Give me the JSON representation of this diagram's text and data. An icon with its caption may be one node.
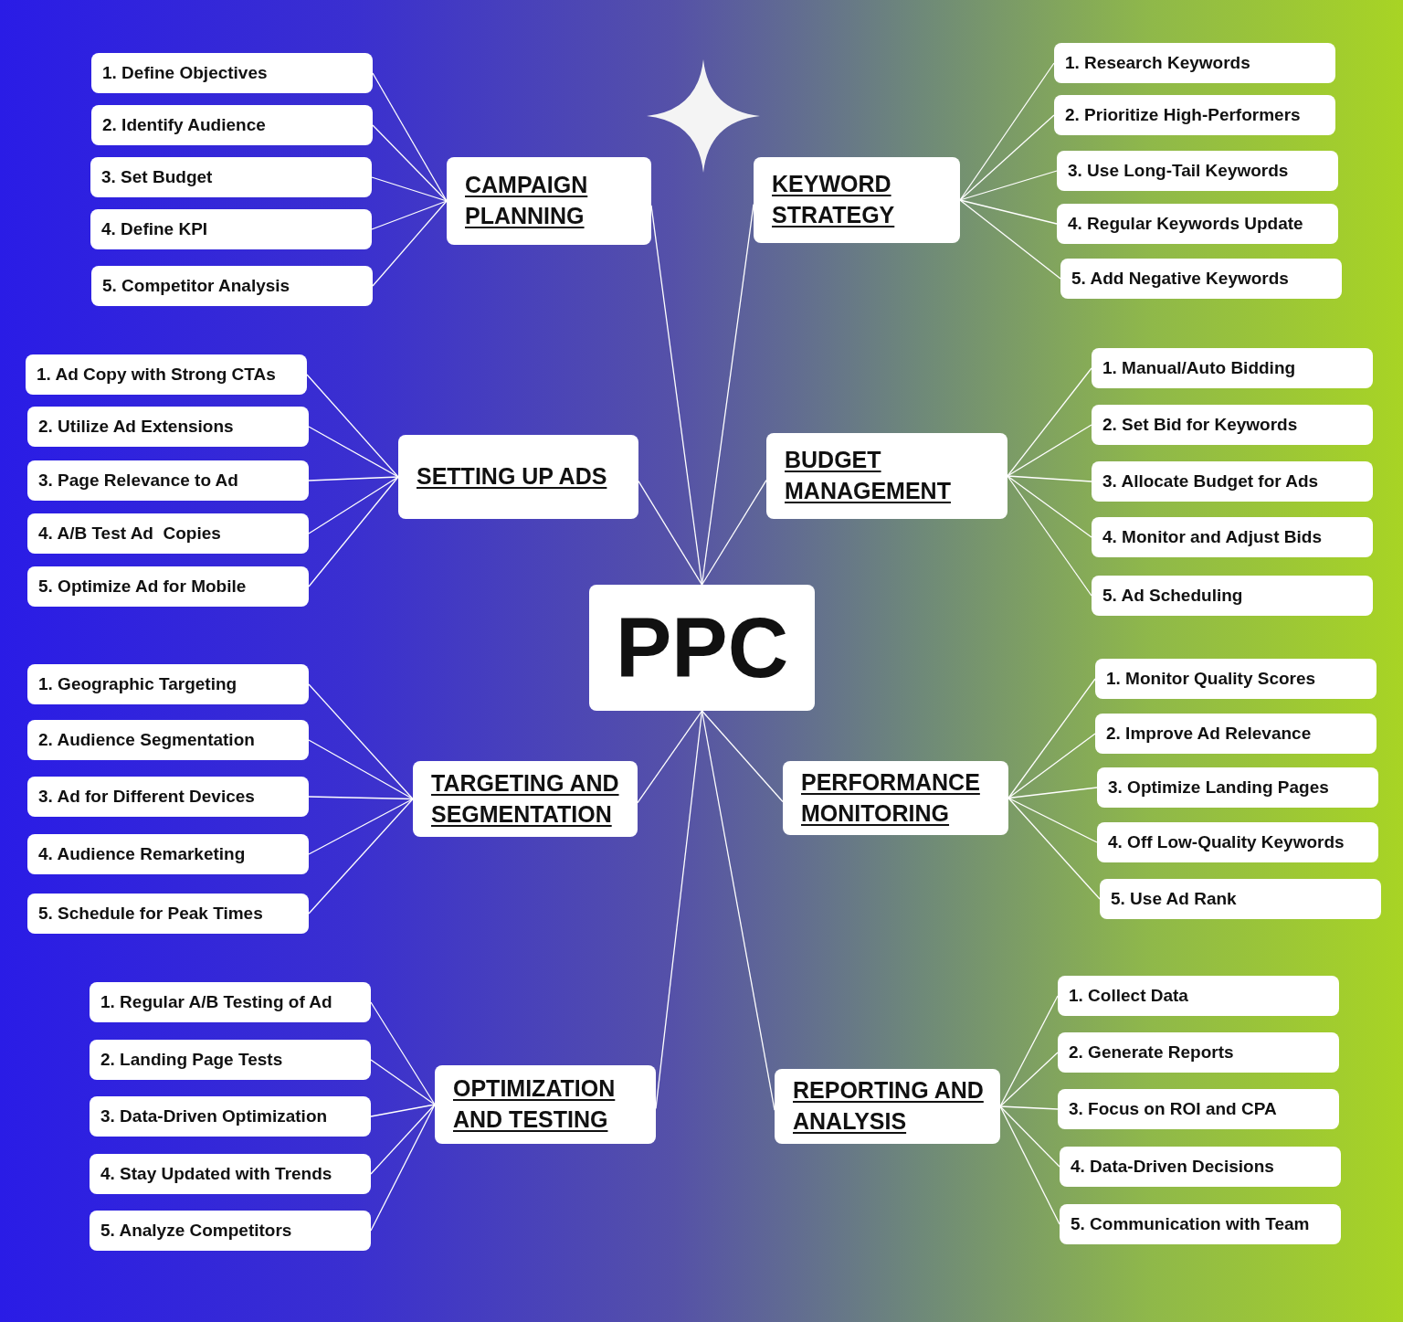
{
  "diagram": {
    "nodes": [
      {
        "text": [
          "PPC"
        ]
      },
      {
        "text": [
          "CAMPAIGN PLANNING"
        ]
      },
      {
        "text": [
          "1. Define Objectives"
        ]
      },
      {
        "text": [
          "2. Identify Audience"
        ]
      },
      {
        "text": [
          "3. Set Budget"
        ]
      },
      {
        "text": [
          "4. Define KPI"
        ]
      },
      {
        "text": [
          "5. Competitor Analysis"
        ]
      },
      {
        "text": [
          "KEYWORD STRATEGY"
        ]
      },
      {
        "text": [
          "1. Research Keywords"
        ]
      },
      {
        "text": [
          "2. Prioritize High-Performers"
        ]
      },
      {
        "text": [
          "3. Use Long-Tail Keywords"
        ]
      },
      {
        "text": [
          "4. Regular Keywords Update"
        ]
      },
      {
        "text": [
          "5. Add Negative Keywords"
        ]
      },
      {
        "text": [
          "SETTING UP ADS"
        ]
      },
      {
        "text": [
          "1. Ad Copy with Strong CTAs"
        ]
      },
      {
        "text": [
          "2. Utilize Ad Extensions"
        ]
      },
      {
        "text": [
          "3. Page Relevance to Ad"
        ]
      },
      {
        "text": [
          "4. A/B Test Ad  Copies"
        ]
      },
      {
        "text": [
          "5. Optimize Ad for Mobile"
        ]
      },
      {
        "text": [
          "BUDGET MANAGEMENT"
        ]
      },
      {
        "text": [
          "1. Manual/Auto Bidding"
        ]
      },
      {
        "text": [
          "2. Set Bid for Keywords"
        ]
      },
      {
        "text": [
          "3. Allocate Budget for Ads"
        ]
      },
      {
        "text": [
          "4. Monitor and Adjust Bids"
        ]
      },
      {
        "text": [
          "5. Ad Scheduling"
        ]
      },
      {
        "text": [
          "TARGETING AND SEGMENTATION"
        ]
      },
      {
        "text": [
          "1. Geographic Targeting"
        ]
      },
      {
        "text": [
          "2. Audience Segmentation"
        ]
      },
      {
        "text": [
          "3. Ad for Different Devices"
        ]
      },
      {
        "text": [
          "4. Audience Remarketing"
        ]
      },
      {
        "text": [
          "5. Schedule for Peak Times"
        ]
      },
      {
        "text": [
          "PERFORMANCE MONITORING"
        ]
      },
      {
        "text": [
          "1. Monitor Quality Scores"
        ]
      },
      {
        "text": [
          "2. Improve Ad Relevance"
        ]
      },
      {
        "text": [
          "3. Optimize Landing Pages"
        ]
      },
      {
        "text": [
          "4. Off Low-Quality Keywords"
        ]
      },
      {
        "text": [
          "5. Use Ad Rank"
        ]
      },
      {
        "text": [
          "OPTIMIZATION AND TESTING"
        ]
      },
      {
        "text": [
          "1. Regular A/B Testing of Ad"
        ]
      },
      {
        "text": [
          "2. Landing Page Tests"
        ]
      },
      {
        "text": [
          "3. Data-Driven Optimization"
        ]
      },
      {
        "text": [
          "4. Stay Updated with Trends"
        ]
      },
      {
        "text": [
          "5. Analyze Competitors"
        ]
      },
      {
        "text": [
          "REPORTING AND ANALYSIS"
        ]
      },
      {
        "text": [
          "1. Collect Data"
        ]
      },
      {
        "text": [
          "2. Generate Reports"
        ]
      },
      {
        "text": [
          "3. Focus on ROI and CPA"
        ]
      },
      {
        "text": [
          "4. Data-Driven Decisions"
        ]
      },
      {
        "text": [
          "5. Communication with Team"
        ]
      }
    ],
    "edges": [
      {
        "from": 0,
        "to": 1,
        "arrow": "none"
      },
      {
        "from": 0,
        "to": 7,
        "arrow": "none"
      },
      {
        "from": 0,
        "to": 13,
        "arrow": "none"
      },
      {
        "from": 0,
        "to": 19,
        "arrow": "none"
      },
      {
        "from": 0,
        "to": 25,
        "arrow": "none"
      },
      {
        "from": 0,
        "to": 31,
        "arrow": "none"
      },
      {
        "from": 0,
        "to": 37,
        "arrow": "none"
      },
      {
        "from": 0,
        "to": 43,
        "arrow": "none"
      },
      {
        "from": 1,
        "to": 2,
        "arrow": "none"
      },
      {
        "from": 1,
        "to": 3,
        "arrow": "none"
      },
      {
        "from": 1,
        "to": 4,
        "arrow": "none"
      },
      {
        "from": 1,
        "to": 5,
        "arrow": "none"
      },
      {
        "from": 1,
        "to": 6,
        "arrow": "none"
      },
      {
        "from": 7,
        "to": 8,
        "arrow": "none"
      },
      {
        "from": 7,
        "to": 9,
        "arrow": "none"
      },
      {
        "from": 7,
        "to": 10,
        "arrow": "none"
      },
      {
        "from": 7,
        "to": 11,
        "arrow": "none"
      },
      {
        "from": 7,
        "to": 12,
        "arrow": "none"
      },
      {
        "from": 13,
        "to": 14,
        "arrow": "none"
      },
      {
        "from": 13,
        "to": 15,
        "arrow": "none"
      },
      {
        "from": 13,
        "to": 16,
        "arrow": "none"
      },
      {
        "from": 13,
        "to": 17,
        "arrow": "none"
      },
      {
        "from": 13,
        "to": 18,
        "arrow": "none"
      },
      {
        "from": 19,
        "to": 20,
        "arrow": "none"
      },
      {
        "from": 19,
        "to": 21,
        "arrow": "none"
      },
      {
        "from": 19,
        "to": 22,
        "arrow": "none"
      },
      {
        "from": 19,
        "to": 23,
        "arrow": "none"
      },
      {
        "from": 19,
        "to": 24,
        "arrow": "none"
      },
      {
        "from": 25,
        "to": 26,
        "arrow": "none"
      },
      {
        "from": 25,
        "to": 27,
        "arrow": "none"
      },
      {
        "from": 25,
        "to": 28,
        "arrow": "none"
      },
      {
        "from": 25,
        "to": 29,
        "arrow": "none"
      },
      {
        "from": 25,
        "to": 30,
        "arrow": "none"
      },
      {
        "from": 31,
        "to": 32,
        "arrow": "none"
      },
      {
        "from": 31,
        "to": 33,
        "arrow": "none"
      },
      {
        "from": 31,
        "to": 34,
        "arrow": "none"
      },
      {
        "from": 31,
        "to": 35,
        "arrow": "none"
      },
      {
        "from": 31,
        "to": 36,
        "arrow": "none"
      },
      {
        "from": 37,
        "to": 38,
        "arrow": "none"
      },
      {
        "from": 37,
        "to": 39,
        "arrow": "none"
      },
      {
        "from": 37,
        "to": 40,
        "arrow": "none"
      },
      {
        "from": 37,
        "to": 41,
        "arrow": "none"
      },
      {
        "from": 37,
        "to": 42,
        "arrow": "none"
      },
      {
        "from": 43,
        "to": 44,
        "arrow": "none"
      },
      {
        "from": 43,
        "to": 45,
        "arrow": "none"
      },
      {
        "from": 43,
        "to": 46,
        "arrow": "none"
      },
      {
        "from": 43,
        "to": 47,
        "arrow": "none"
      },
      {
        "from": 43,
        "to": 48,
        "arrow": "none"
      }
    ]
  }
}
